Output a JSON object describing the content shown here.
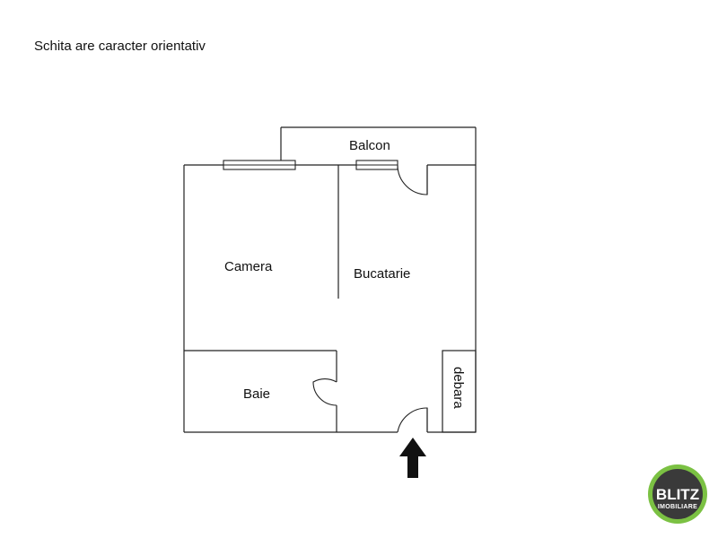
{
  "note": "Schita are caracter orientativ",
  "rooms": {
    "balcon": "Balcon",
    "camera": "Camera",
    "bucatarie": "Bucatarie",
    "baie": "Baie",
    "debara": "debara"
  },
  "logo": {
    "main": "BLITZ",
    "sub": "IMOBILIARE",
    "ring_color": "#7bc143",
    "disc_color": "#3a3a3a"
  },
  "colors": {
    "wall": "#222222",
    "arrow": "#111111"
  }
}
